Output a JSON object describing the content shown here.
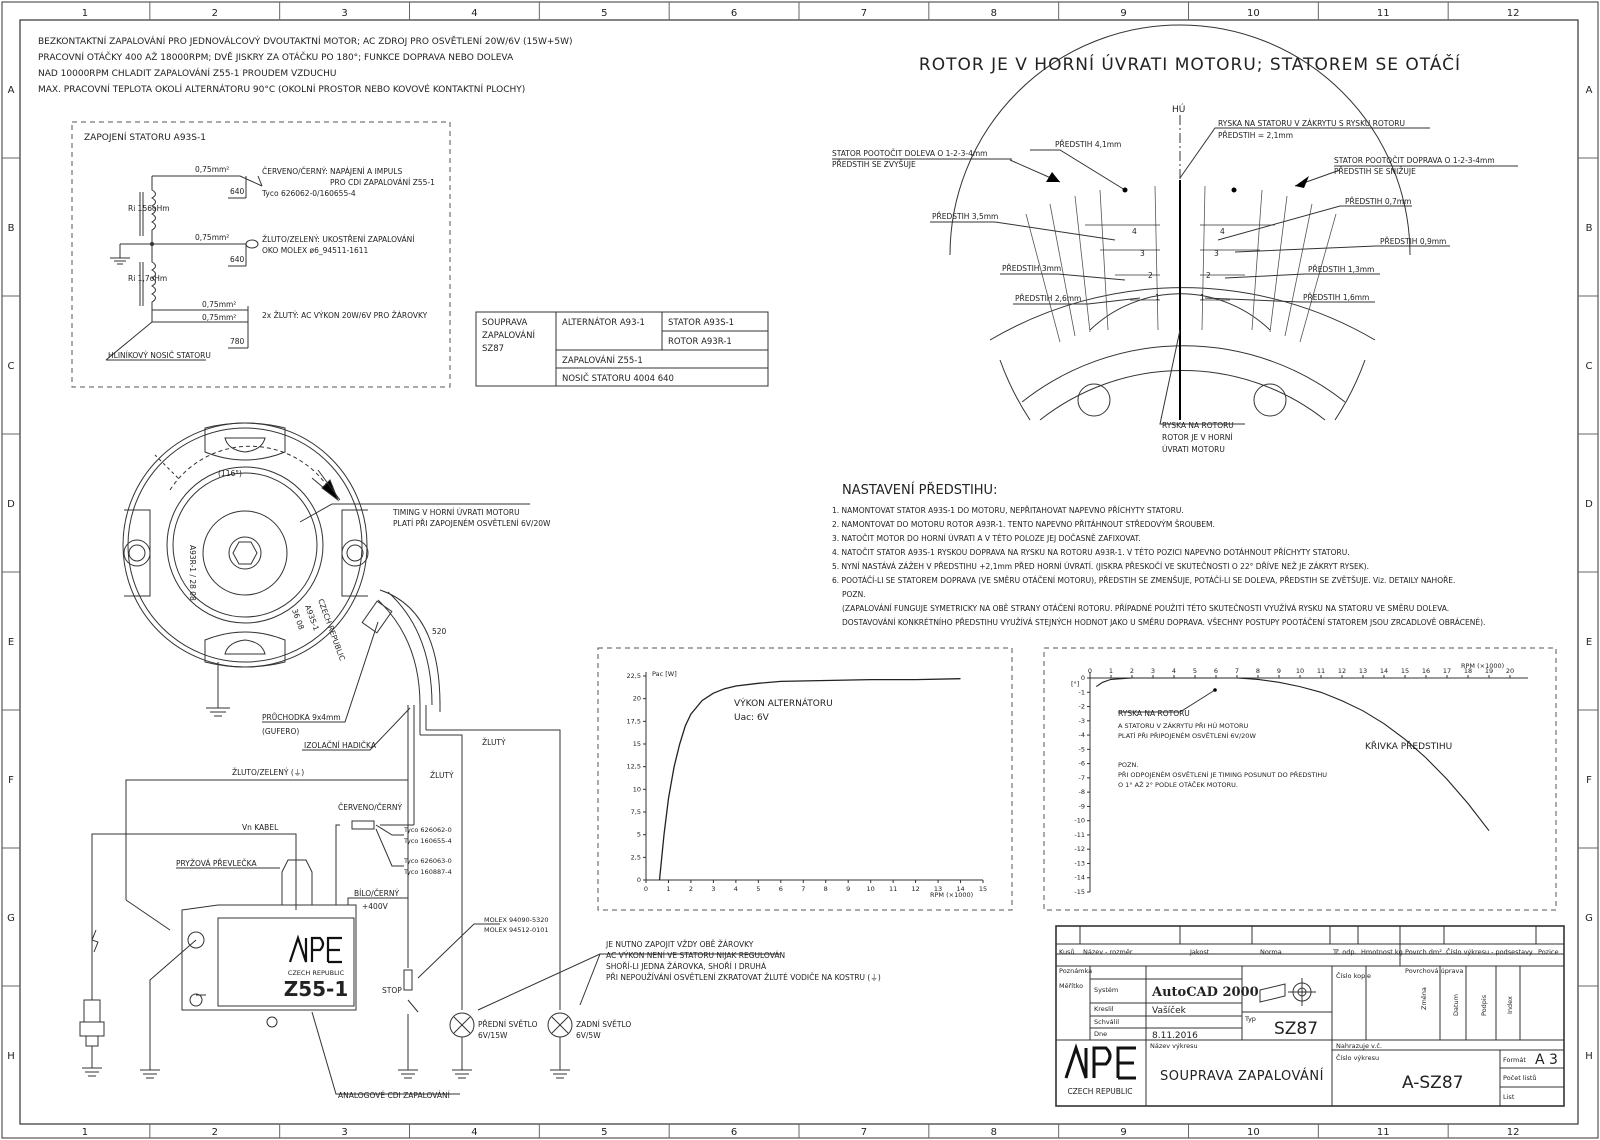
{
  "sheet": {
    "columns": [
      "1",
      "2",
      "3",
      "4",
      "5",
      "6",
      "7",
      "8",
      "9",
      "10",
      "11",
      "12"
    ],
    "rows": [
      "A",
      "B",
      "C",
      "D",
      "E",
      "F",
      "G",
      "H"
    ]
  },
  "header_notes": [
    "BEZKONTAKTNÍ ZAPALOVÁNÍ PRO JEDNOVÁLCOVÝ DVOUTAKTNÍ MOTOR; AC ZDROJ PRO OSVĚTLENÍ 20W/6V (15W+5W)",
    "PRACOVNÍ OTÁČKY 400 AŽ 18000RPM; DVĚ JISKRY ZA OTÁČKU PO 180°; FUNKCE DOPRAVA NEBO DOLEVA",
    "NAD 10000RPM CHLADIT ZAPALOVÁNÍ Z55-1 PROUDEM VZDUCHU",
    "MAX. PRACOVNÍ TEPLOTA OKOLÍ ALTERNÁTORU 90°C (OKOLNÍ PROSTOR NEBO KOVOVÉ KONTAKTNÍ PLOCHY)"
  ],
  "stator_wiring": {
    "title": "ZAPOJENÍ STATORU A93S-1",
    "wire1_size": "0,75mm²",
    "wire1_desc": "ČERVENO/ČERNÝ: NAPÁJENÍ A IMPULS",
    "wire1_desc2": "PRO CDI ZAPALOVÁNÍ Z55-1",
    "wire1_len": "640",
    "wire1_conn": "Tyco 626062-0/160655-4",
    "coil1": "Ri 156oHm",
    "wire2_size": "0,75mm²",
    "wire2_desc": "ŽLUTO/ZELENÝ: UKOSTŘENÍ ZAPALOVÁNÍ",
    "wire2_conn": "OKO MOLEX ø6_94511-1611",
    "wire2_len": "640",
    "coil2": "Ri 1,7oHm",
    "wire3_size_a": "0,75mm²",
    "wire3_size_b": "0,75mm²",
    "wire3_desc": "2x ŽLUTÝ: AC VÝKON 20W/6V PRO ŽÁROVKY",
    "wire3_len": "780",
    "carrier": "HLINÍKOVÝ NOSIČ STATORU"
  },
  "kit_table": {
    "kit": [
      "SOUPRAVA",
      "ZAPALOVÁNÍ",
      "SZ87"
    ],
    "alternator": "ALTERNÁTOR A93-1",
    "stator": "STATOR A93S-1",
    "rotor": "ROTOR A93R-1",
    "ignition": "ZAPALOVÁNÍ Z55-1",
    "carrier": "NOSIČ STATORU 4004 640"
  },
  "rotor_diagram": {
    "title": "ROTOR JE V HORNÍ ÚVRATI MOTORU; STATOREM SE OTÁČÍ",
    "hu": "HÚ",
    "ryska_top": "RYSKA NA STATORU V ZÁKRYTU S RYSKU ROTORU",
    "predstih_top": "PŘEDSTIH = 2,1mm",
    "left_turn": "STATOR POOTOČIT DOLEVA O 1-2-3-4mm",
    "left_turn2": "PŘEDSTIH SE ZVYŠUJE",
    "right_turn": "STATOR POOTOČIT DOPRAVA O 1-2-3-4mm",
    "right_turn2": "PŘEDSTIH SE SNIŽUJE",
    "left_labels": [
      "PŘEDSTIH 4,1mm",
      "PŘEDSTIH 3,5mm",
      "PŘEDSTIH 3mm",
      "PŘEDSTIH 2,6mm"
    ],
    "right_labels": [
      "PŘEDSTIH 0,7mm",
      "PŘEDSTIH 0,9mm",
      "PŘEDSTIH 1,3mm",
      "PŘEDSTIH 1,6mm"
    ],
    "marks": [
      "1",
      "2",
      "3",
      "4"
    ],
    "ryska_rotor": [
      "RYSKA NA ROTORU",
      "ROTOR JE V HORNÍ",
      "ÚVRATI MOTORU"
    ]
  },
  "settings": {
    "title": "NASTAVENÍ PŘEDSTIHU:",
    "steps": [
      "1. NAMONTOVAT STATOR A93S-1 DO MOTORU, NEPŘITAHOVAT NAPEVNO PŘÍCHYTY STATORU.",
      "2. NAMONTOVAT DO MOTORU ROTOR A93R-1. TENTO NAPEVNO PŘITÁHNOUT STŘEDOVÝM ŠROUBEM.",
      "3. NATOČIT MOTOR DO HORNÍ ÚVRATI A V TÉTO POLOZE JEJ DOČASNĚ ZAFIXOVAT.",
      "4. NATOČIT STATOR A93S-1 RYSKOU DOPRAVA NA RYSKU NA ROTORU A93R-1. V TÉTO POZICI NAPEVNO DOTÁHNOUT PŘÍCHYTY STATORU.",
      "5. NYNÍ NASTÁVÁ ZÁŽEH V PŘEDSTIHU +2,1mm PŘED HORNÍ ÚVRATÍ. (JISKRA PŘESKOČÍ VE SKUTEČNOSTI O 22° DŘÍVE NEŽ JE ZÁKRYT RYSEK).",
      "6. POOTÁČÍ-LI SE STATOREM DOPRAVA (VE SMĚRU OTÁČENÍ MOTORU), PŘEDSTIH SE ZMENŠUJE, POTÁČÍ-LI SE DOLEVA, PŘEDSTIH SE ZVĚTŠUJE. Viz. DETAILY NAHOŘE."
    ],
    "note_label": "POZN.",
    "note_lines": [
      "(ZAPALOVÁNÍ FUNGUJE SYMETRICKY NA OBĚ STRANY OTÁČENÍ ROTORU. PŘÍPADNÉ POUŽITÍ TÉTO SKUTEČNOSTI VYUŽÍVÁ RYSKU NA STATORU VE SMĚRU DOLEVA.",
      "DOSTAVOVÁNÍ KONKRÉTNÍHO PŘEDSTIHU VYUŽÍVÁ STEJNÝCH HODNOT JAKO U SMĚRU DOPRAVA. VŠECHNY POSTUPY POOTÁČENÍ STATOREM JSOU ZRCADLOVĚ OBRÁCENÉ)."
    ]
  },
  "alternator": {
    "angle": "(116°)",
    "timing1": "TIMING V HORNÍ ÚVRATI MOTORU",
    "timing2": "PLATÍ PŘI ZAPOJENÉM OSVĚTLENÍ 6V/20W",
    "stamp": [
      "A93R-1 / 28 08",
      "CZECH REPUBLIC",
      "A93S-1",
      "36 08"
    ],
    "cable_len": "520",
    "pruchodka": "PRŮCHODKA 9x4mm",
    "gufero": "(GUFERO)",
    "hadicka": "IZOLAČNÍ HADIČKA"
  },
  "circuit": {
    "zlute_zeleny": "ŽLUTO/ZELENÝ (⏚)",
    "zluty1": "ŽLUTÝ",
    "zluty2": "ŽLUTÝ",
    "cerveno": "ČERVENO/ČERNÝ",
    "tyco": [
      "Tyco 626062-0",
      "Tyco 160655-4",
      "Tyco 626063-0",
      "Tyco 160887-4"
    ],
    "vn_kabel": "Vn KABEL",
    "prevlecka": "PRYŽOVÁ PŘEVLEČKA",
    "bilo": "BÍLO/ČERNÝ",
    "plus400": "+400V",
    "molex": [
      "MOLEX 94090-5320",
      "MOLEX 94512-0101"
    ],
    "stop": "STOP",
    "brand": "CZECH REPUBLIC",
    "module": "Z55-1",
    "front_light": [
      "PŘEDNÍ SVĚTLO",
      "6V/15W"
    ],
    "rear_light": [
      "ZADNÍ SVĚTLO",
      "6V/5W"
    ],
    "cdi": "ANALOGOVÉ CDI ZAPALOVÁNÍ",
    "note": [
      "JE NUTNO ZAPOJIT VŽDY OBĚ ŽÁROVKY",
      "AC VÝKON NENÍ VE STATORU NIJAK REGULOVÁN",
      "SHOŘÍ-LI JEDNA ŽÁROVKA, SHOŘÍ I DRUHÁ",
      "PŘI NEPOUŽÍVÁNÍ OSVĚTLENÍ ZKRATOVAT ŽLUTÉ VODIČE NA KOSTRU (⏚)"
    ]
  },
  "chart_data": [
    {
      "type": "line",
      "title": "VÝKON ALTERNÁTORU",
      "subtitle": "Uac: 6V",
      "xlabel": "RPM (×1000)",
      "ylabel": "Pac [W]",
      "xlim": [
        0,
        15
      ],
      "ylim": [
        0,
        22.5
      ],
      "x_ticks": [
        "0",
        "1",
        "2",
        "3",
        "4",
        "5",
        "6",
        "7",
        "8",
        "9",
        "10",
        "11",
        "12",
        "13",
        "14",
        "15"
      ],
      "y_ticks": [
        "0",
        "2,5",
        "5",
        "7,5",
        "10",
        "12,5",
        "15",
        "17,5",
        "20",
        "22,5"
      ],
      "series": [
        {
          "x": [
            0.6,
            0.8,
            1.0,
            1.25,
            1.5,
            1.75,
            2.0,
            2.5,
            3.0,
            3.5,
            4.0,
            5.0,
            6.0,
            8.0,
            10.0,
            12.0,
            14.0
          ],
          "values": [
            0,
            5,
            9,
            12.5,
            15,
            17,
            18.3,
            19.8,
            20.6,
            21.1,
            21.4,
            21.7,
            21.9,
            22.0,
            22.1,
            22.1,
            22.2
          ]
        }
      ]
    },
    {
      "type": "line",
      "title": "KŘIVKA PŘEDSTIHU",
      "xlabel": "RPM (×1000)",
      "ylabel": "[°]",
      "xlim": [
        0,
        20
      ],
      "ylim": [
        -15,
        0
      ],
      "x_ticks": [
        "0",
        "1",
        "2",
        "3",
        "4",
        "5",
        "6",
        "7",
        "8",
        "9",
        "10",
        "11",
        "12",
        "13",
        "14",
        "15",
        "16",
        "17",
        "18",
        "19",
        "20"
      ],
      "y_ticks": [
        "0",
        "-1",
        "-2",
        "-3",
        "-4",
        "-5",
        "-6",
        "-7",
        "-8",
        "-9",
        "-10",
        "-11",
        "-12",
        "-13",
        "-14",
        "-15"
      ],
      "annotation": [
        "RYSKA NA ROTORU",
        "A STATORU V ZÁKRYTU PŘI HÚ MOTORU",
        "PLATÍ PŘI PŘIPOJENÉM OSVĚTLENÍ 6V/20W"
      ],
      "note": [
        "POZN.",
        "PŘI ODPOJENÉM OSVĚTLENÍ JE TIMING POSUNUT DO PŘEDSTIHU",
        "O 1° AŽ 2° PODLE OTÁČEK MOTORU."
      ],
      "series": [
        {
          "x": [
            0.3,
            0.6,
            1,
            2,
            3,
            4,
            5,
            6,
            7,
            8,
            9,
            10,
            11,
            12,
            13,
            14,
            15,
            16,
            17,
            18,
            19
          ],
          "values": [
            -0.6,
            -0.3,
            -0.1,
            0,
            0,
            0,
            0,
            0,
            0,
            -0.1,
            -0.3,
            -0.6,
            -1.0,
            -1.6,
            -2.3,
            -3.2,
            -4.3,
            -5.6,
            -7.1,
            -8.8,
            -10.7
          ]
        }
      ]
    }
  ],
  "title_block": {
    "h_kus": "Kusů",
    "h_nazev": "Název - rozměr",
    "h_jakost": "Jakost",
    "h_norma": "Norma",
    "h_tr": "Tř. odp.",
    "h_hmot": "Hmotnost kg",
    "h_povrch": "Povrch dm²",
    "h_cislo": "Číslo výkresu - podsestavy",
    "h_pozice": "Pozice",
    "poznamka": "Poznámka",
    "povrchova": "Povrchová úprava",
    "meritko": "Měřítko",
    "system": "Systém",
    "autocad": "AutoCAD 2000",
    "kreslil": "Kreslil",
    "kreslil_val": "Vašíček",
    "schvalil": "Schválil",
    "dne": "Dne",
    "dne_val": "8.11.2016",
    "typ": "Typ",
    "typ_val": "SZ87",
    "cislo_kopie": "Číslo kopie",
    "zmena": "Změna",
    "datum": "Datum",
    "podpis": "Podpis",
    "index": "Index",
    "nahrazuje": "Nahrazuje v.č.",
    "cislo_vykresu": "Číslo výkresu",
    "nazev_vykresu": "Název výkresu",
    "drawing_title": "SOUPRAVA ZAPALOVÁNÍ",
    "drawing_no": "A-SZ87",
    "format": "Formát",
    "format_val": "A 3",
    "pocet": "Počet listů",
    "list": "List",
    "brand_caption": "CZECH REPUBLIC"
  }
}
